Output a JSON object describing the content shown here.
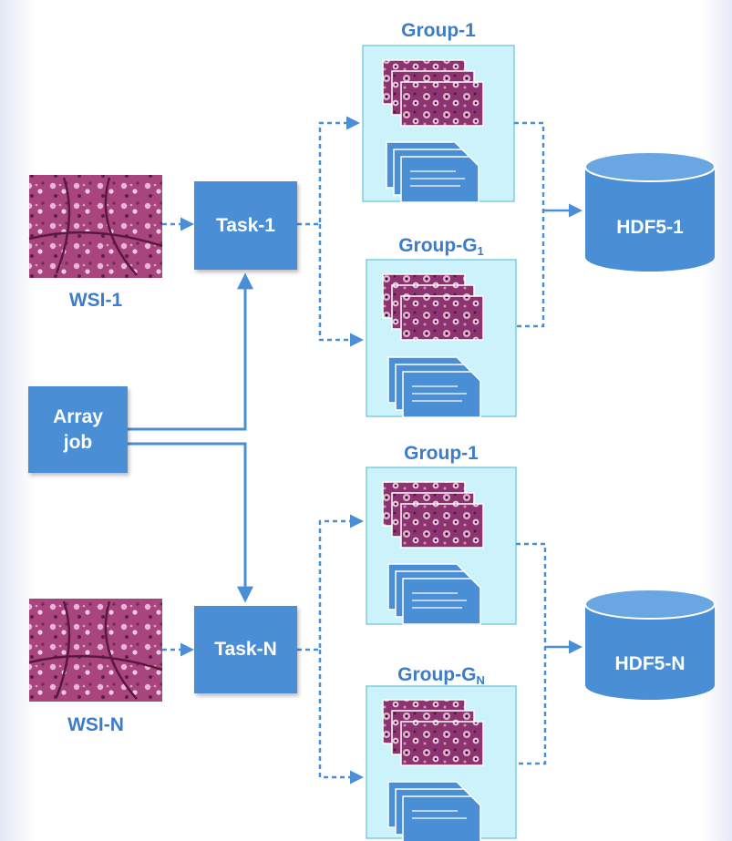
{
  "colors": {
    "accent": "#4a8fd6",
    "label_text": "#3d7cc9",
    "group_fill": "#ccf3fb",
    "group_border": "#7ecde0",
    "tissue_pink": "#a0447c"
  },
  "wsi": [
    {
      "label": "WSI-1"
    },
    {
      "label": "WSI-N"
    }
  ],
  "tasks": [
    {
      "label": "Task-1"
    },
    {
      "label": "Task-N"
    }
  ],
  "array_job": {
    "line1": "Array",
    "line2": "job"
  },
  "groups": [
    {
      "label": "Group-1"
    },
    {
      "label_base": "Group-G",
      "label_sub": "1"
    },
    {
      "label": "Group-1"
    },
    {
      "label_base": "Group-G",
      "label_sub": "N"
    }
  ],
  "databases": [
    {
      "label": "HDF5-1"
    },
    {
      "label": "HDF5-N"
    }
  ],
  "icons": {
    "slide": "tissue-slide-icon",
    "patches": "patch-stack-icon",
    "documents": "document-stack-icon",
    "database": "database-cylinder-icon"
  }
}
